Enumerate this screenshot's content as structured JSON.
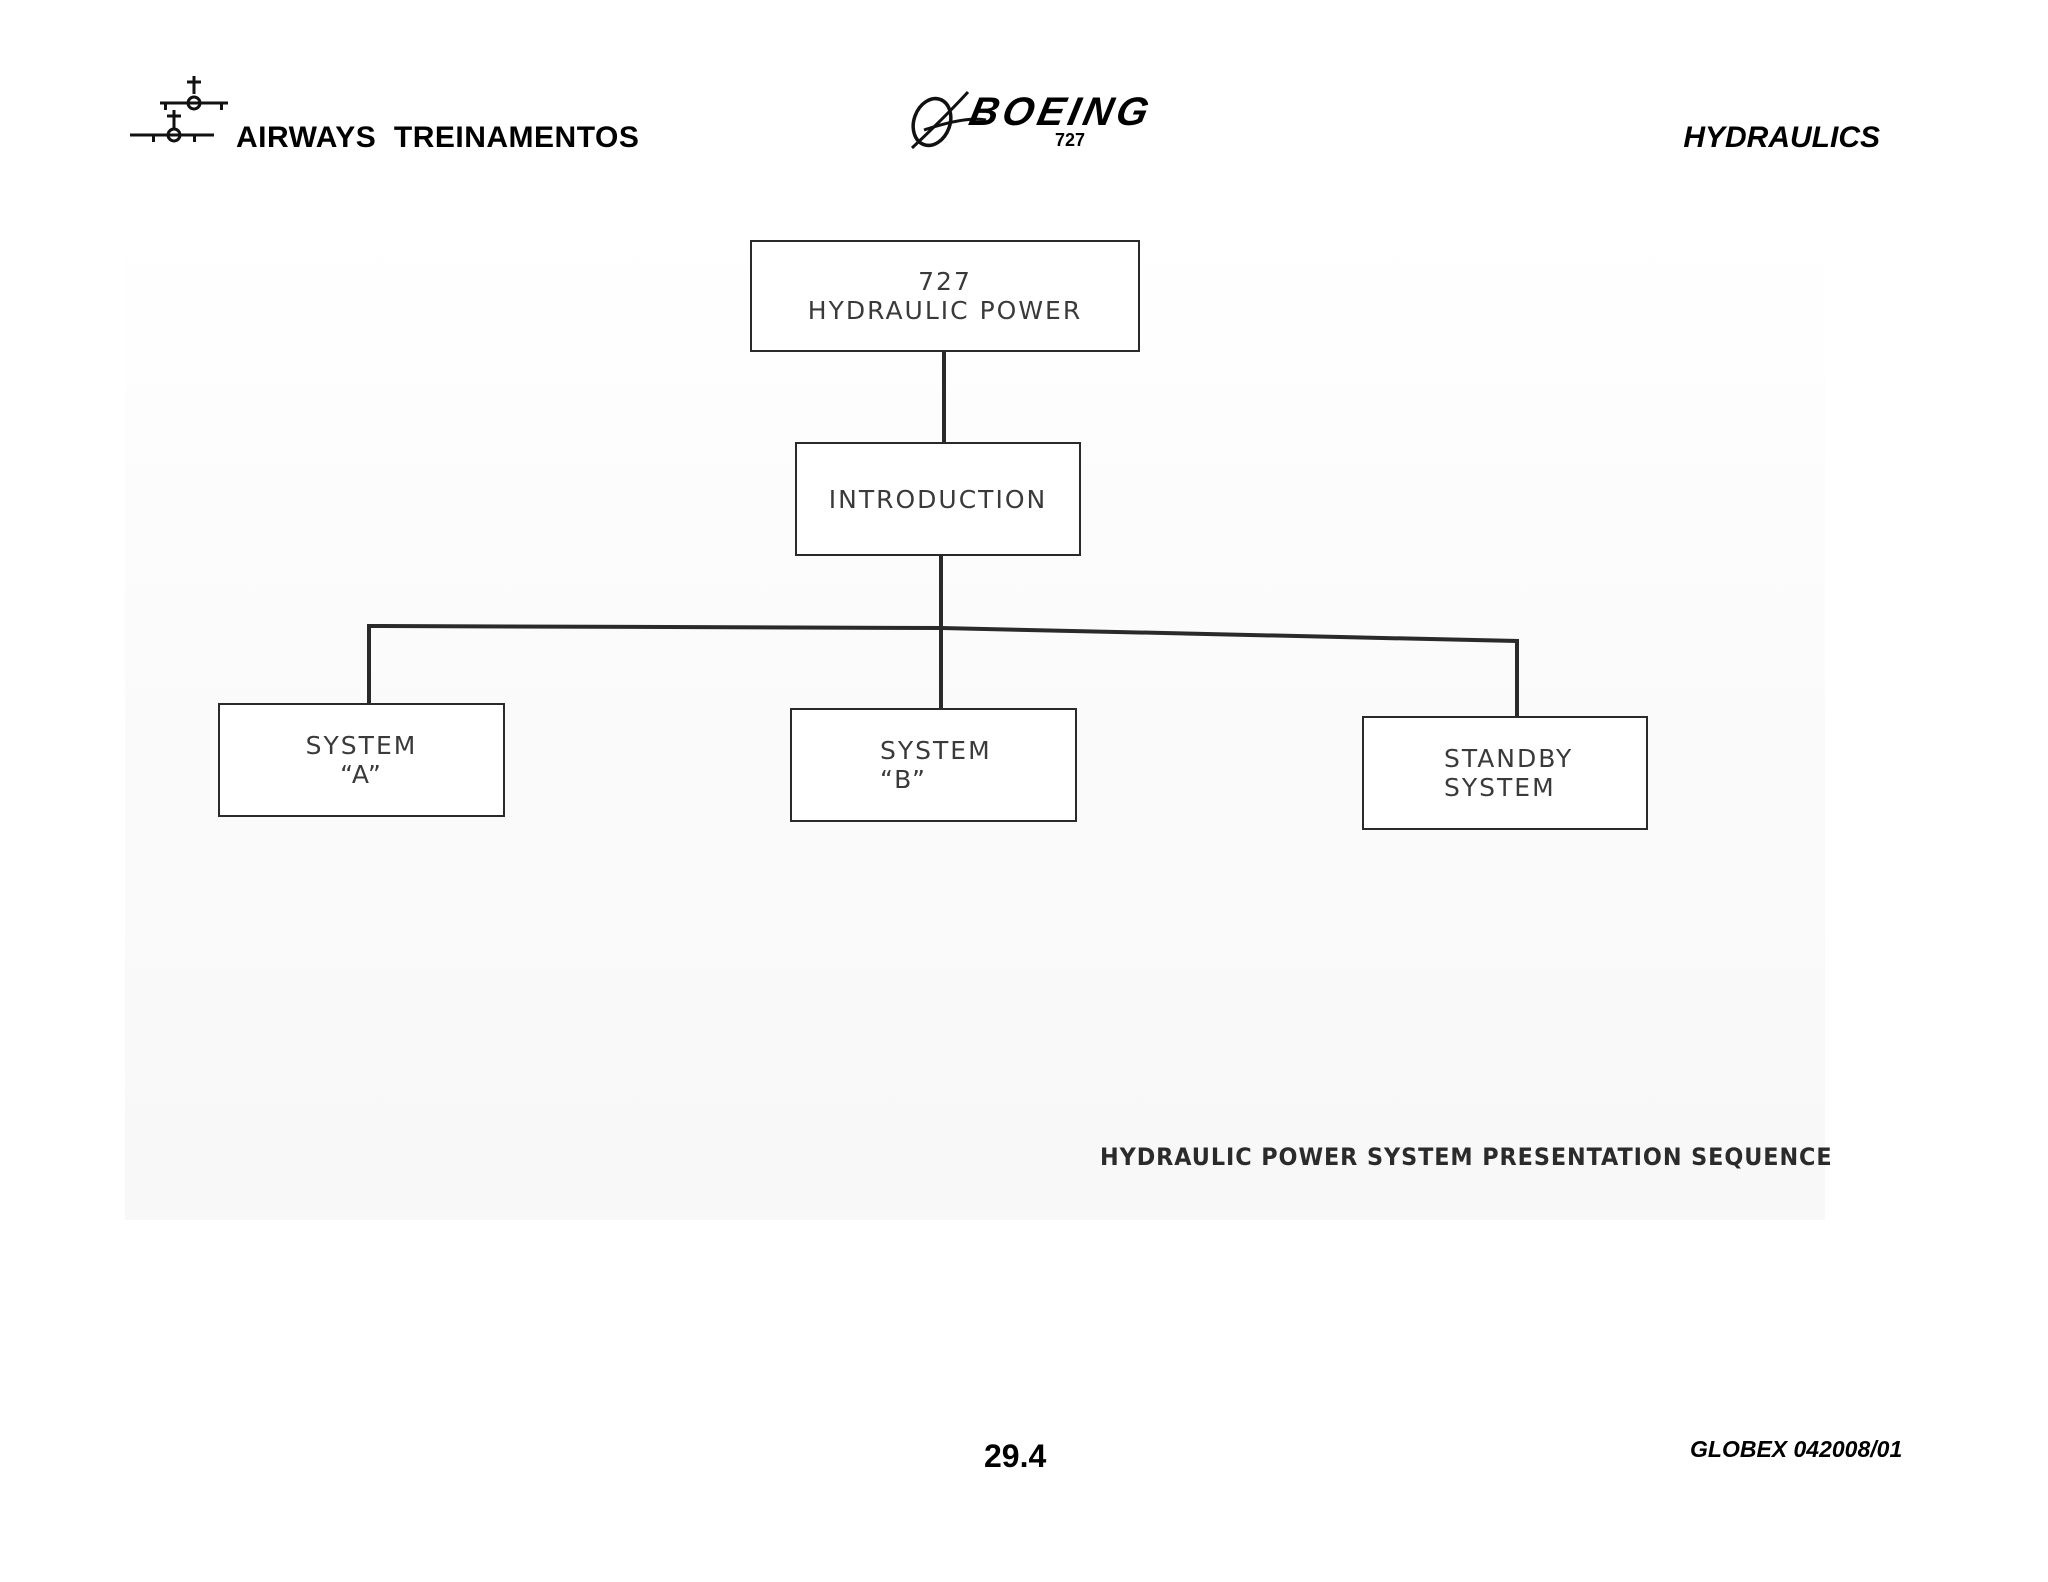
{
  "header": {
    "brand": "AIRWAYS  TREINAMENTOS",
    "aircraft_logo": {
      "word": "BOEING",
      "model": "727",
      "icon": "boeing-symbol-icon"
    },
    "brand_icon": "airplane-icon",
    "section": "HYDRAULICS"
  },
  "diagram": {
    "root": {
      "lines": [
        "727",
        "HYDRAULIC POWER"
      ]
    },
    "intro": {
      "lines": [
        "INTRODUCTION"
      ]
    },
    "children": [
      {
        "lines": [
          "SYSTEM",
          "“A”"
        ]
      },
      {
        "lines": [
          "SYSTEM",
          "“B”"
        ]
      },
      {
        "lines": [
          "STANDBY",
          "SYSTEM"
        ]
      }
    ],
    "caption": "HYDRAULIC POWER SYSTEM PRESENTATION SEQUENCE"
  },
  "footer": {
    "page_number": "29.4",
    "doc_code": "GLOBEX 042008/01"
  },
  "colors": {
    "ink": "#000000",
    "line": "#2a2a2a",
    "box_text": "#3a3a3a"
  }
}
